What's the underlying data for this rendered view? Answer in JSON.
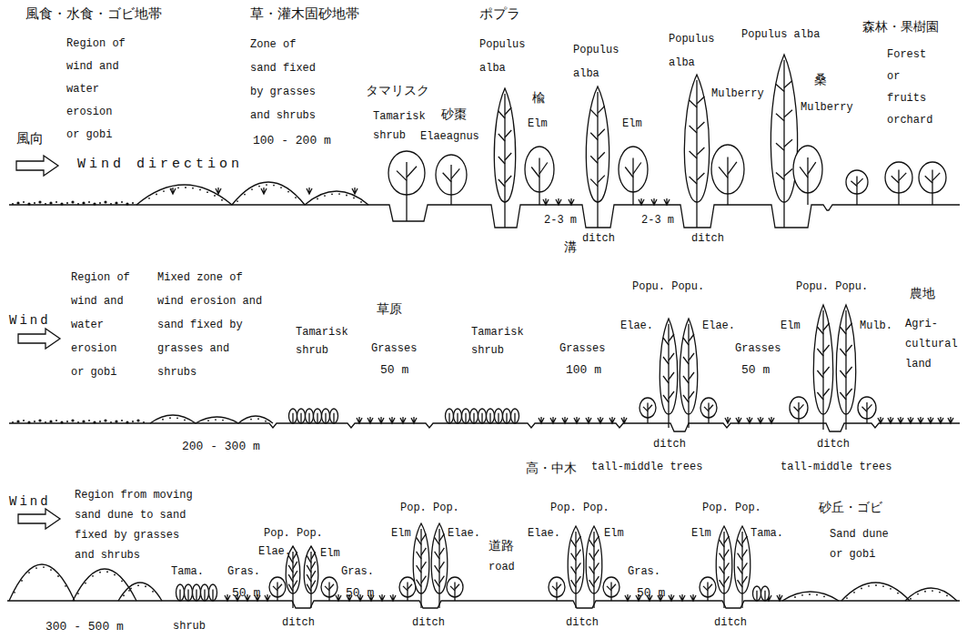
{
  "diagram": {
    "labels": [
      "風食・水食・ゴビ地帯",
      "Region of wind and water erosion or gobi",
      "草・灌木固砂地帯",
      "Zone of sand fixed by grasses and shrubs",
      "100 - 200 m",
      "ポプラ",
      "Populus alba",
      "タマリスク",
      "Tamarisk shrub",
      "砂棗",
      "Elaeagnus",
      "楡",
      "Elm",
      "Populus alba",
      "Elm",
      "Populus alba",
      "Mulberry",
      "Populus alba",
      "桑",
      "Mulberry",
      "森林・果樹園",
      "Forest or fruits orchard",
      "風向",
      "Wind direction",
      "2-3 m",
      "溝",
      "ditch",
      "2-3 m",
      "ditch",
      "Wind",
      "Region of wind and water erosion or gobi",
      "Mixed zone of wind erosion and sand fixed by grasses and shrubs",
      "200 - 300 m",
      "Tamarisk shrub",
      "草原",
      "Grasses",
      "50 m",
      "Tamarisk shrub",
      "Grasses",
      "100 m",
      "Popu. Popu.",
      "Elae.",
      "Elae.",
      "Grasses",
      "50 m",
      "Popu. Popu.",
      "Elm",
      "Mulb.",
      "農地",
      "Agri- cultural land",
      "ditch",
      "高・中木",
      "tall-middle trees",
      "ditch",
      "tall-middle trees",
      "Wind",
      "Region from moving sand dune to sand fixed by grasses and shrubs",
      "300 - 500 m",
      "Tama.",
      "shrub",
      "Gras.",
      "50 m",
      "Elae.",
      "Pop. Pop.",
      "Elm",
      "ditch",
      "Gras.",
      "50 m",
      "Elm",
      "Pop. Pop.",
      "Elae.",
      "ditch",
      "道路",
      "road",
      "Elae.",
      "Pop. Pop.",
      "Elm",
      "ditch",
      "Gras.",
      "50 m",
      "Elm",
      "Pop. Pop.",
      "Tama.",
      "ditch",
      "砂丘・ゴビ",
      "Sand dune or gobi"
    ]
  }
}
